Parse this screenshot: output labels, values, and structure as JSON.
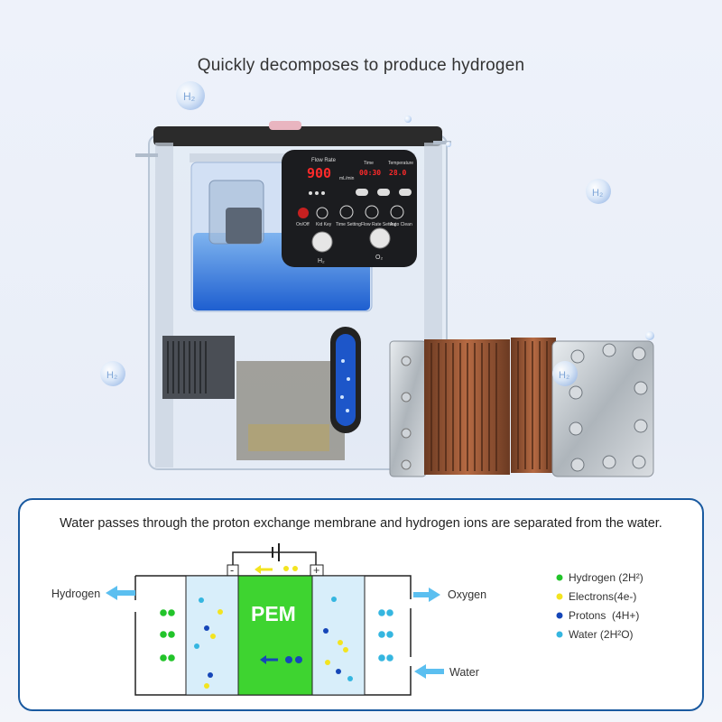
{
  "header": {
    "title": "Quickly decomposes to produce hydrogen"
  },
  "device": {
    "panel_labels": {
      "flow_rate": "Flow Rate",
      "time": "Time",
      "temperature": "Temperature",
      "flow_unit": "mL/min",
      "h2": "H₂",
      "o2": "O₂"
    },
    "readouts": {
      "flow": "900",
      "time": "00:30",
      "temp": "28.0"
    },
    "keys": {
      "on_off": "On/Off",
      "kid_key": "Kid Key",
      "time_setting": "Time Setting",
      "flow_rate_setting": "Flow Rate Setting",
      "auto_clean": "Auto Clean"
    },
    "bubble_label": "H₂"
  },
  "panel": {
    "caption": "Water passes through the proton exchange membrane and hydrogen ions are separated from the water.",
    "diagram": {
      "pem_label": "PEM",
      "minus": "-",
      "plus": "+",
      "hydrogen_label": "Hydrogen",
      "oxygen_label": "Oxygen",
      "water_label": "Water"
    },
    "legend": [
      {
        "label": "Hydrogen (2H²)",
        "color": "#22c42a"
      },
      {
        "label": "Electrons(4e-)",
        "color": "#f3e420"
      },
      {
        "label": "Protons  (4H+)",
        "color": "#1546b8"
      },
      {
        "label": "Water (2H²O)",
        "color": "#35b6e0"
      }
    ]
  },
  "colors": {
    "pem": "#3ed430",
    "electrolyte": "#d8eefa",
    "arrow": "#5bbff0",
    "border": "#1a5aa0"
  }
}
